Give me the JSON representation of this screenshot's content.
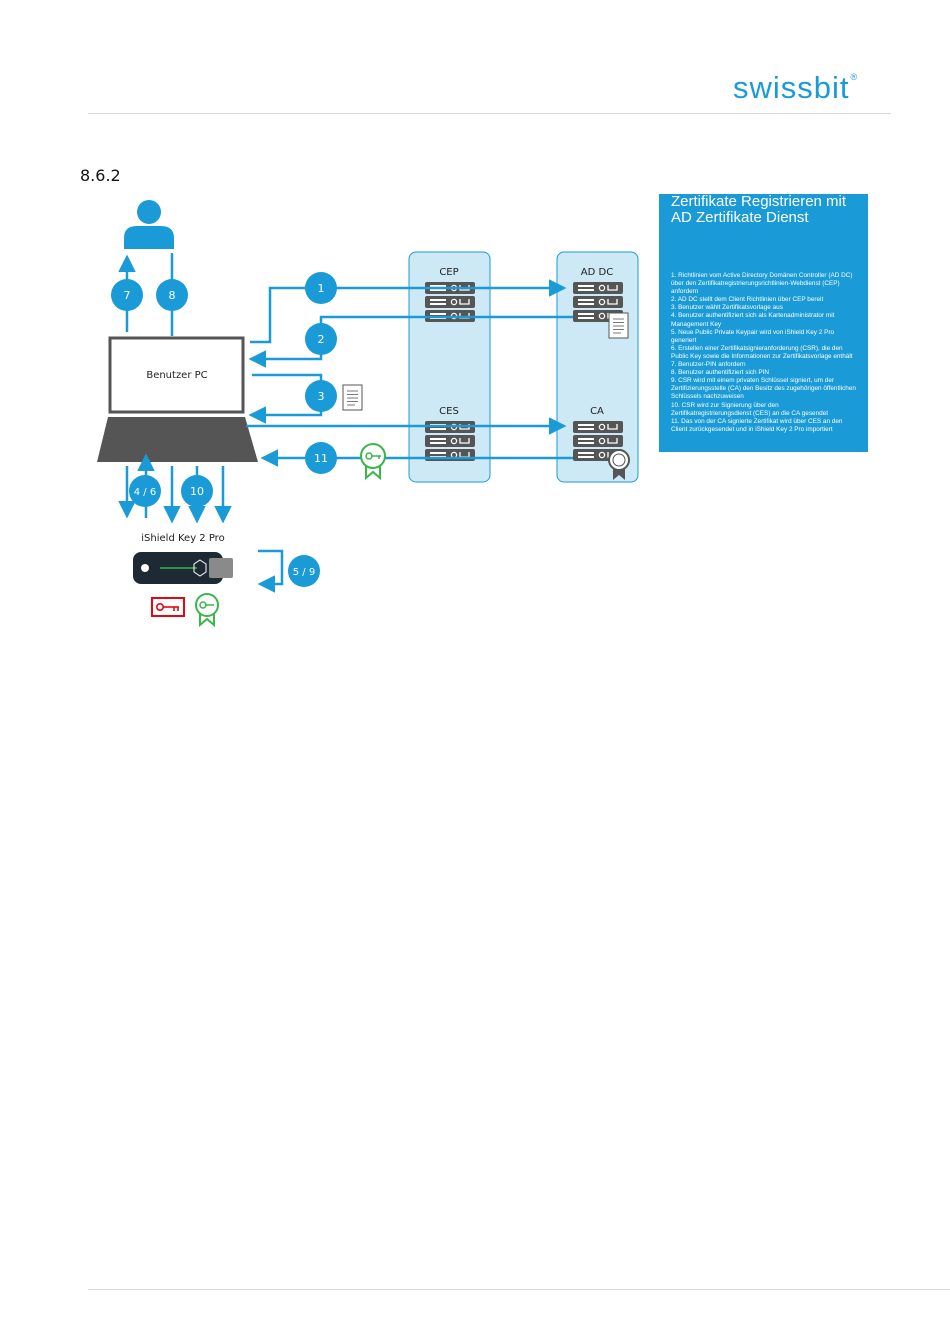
{
  "header": {
    "logo_text": "swissbit",
    "logo_mark": "®"
  },
  "section": {
    "number": "8.6.2"
  },
  "diagram": {
    "nodes": {
      "pc": "Benutzer PC",
      "key": "iShield Key 2 Pro",
      "cep": "CEP",
      "ad_dc": "AD DC",
      "ces": "CES",
      "ca": "CA"
    },
    "steps": {
      "s1": "1",
      "s2": "2",
      "s3": "3",
      "s46": "4 / 6",
      "s59": "5 / 9",
      "s7": "7",
      "s8": "8",
      "s10": "10",
      "s11": "11"
    },
    "colors": {
      "accent": "#1a9bd7",
      "zone": "#cde9f6",
      "device": "#5a5a5a",
      "green": "#3cb54a",
      "red": "#e30613"
    }
  },
  "legend": {
    "title": "Zertifikate Registrieren mit AD Zertifikate Dienst",
    "items": [
      "1. Richtlinien vom Active Directory Domänen Controller (AD DC) über den Zertifikatregistrierungsrichtlinien-Webdienst (CEP) anfordern",
      "2. AD DC stellt dem Client Richtlinien über CEP bereit",
      "3. Benutzer wählt Zertifikatsvorlage aus",
      "4. Benutzer authentifiziert sich als Kartenadministrator mit Management Key",
      "5. Neue Public Private Keypair wird von iShield Key 2 Pro generiert",
      "6. Erstellen einer Zertifikatsignieranforderung (CSR), die den Public Key sowie die Informationen zur Zertifikatsvorlage enthält",
      "7. Benutzer-PIN anfordern",
      "8. Benutzer authentifiziert sich PIN",
      "9. CSR wird mit einem privaten Schlüssel signiert, um der Zertifizierungsstelle (CA) den Besitz des zugehörigen öffentlichen Schlüssels nachzuweisen",
      "10. CSR wird zur Signierung über den Zertifikatregistrierungsdienst (CES) an die CA gesendet",
      "11. Das von der CA signierte Zertifikat wird über CES an den Client zurückgesendet und in iShield Key 2 Pro importiert"
    ]
  }
}
